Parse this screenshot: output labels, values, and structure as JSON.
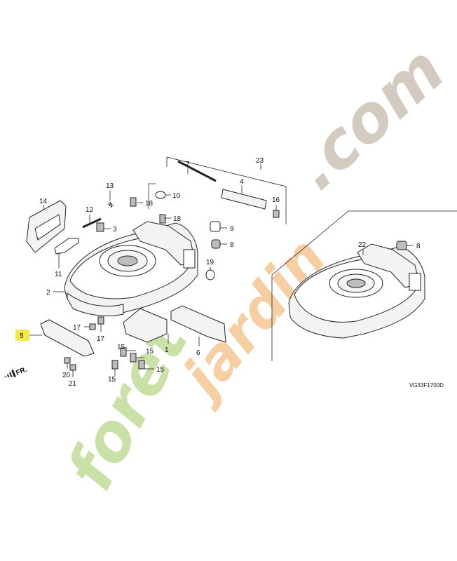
{
  "diagram_code": "VG33F1700D",
  "direction_marker": "FR.",
  "watermark": {
    "text_part_1": "foret",
    "text_part_2": "jardin",
    "text_part_3": ".com",
    "colors": {
      "green": "#c9e0a6",
      "orange": "#f5cfa2",
      "grey": "#d3cbbf"
    }
  },
  "highlight_color": "#f2ea4a",
  "callouts": [
    {
      "id": "c1",
      "label": "1"
    },
    {
      "id": "c2",
      "label": "2"
    },
    {
      "id": "c3",
      "label": "3"
    },
    {
      "id": "c4",
      "label": "4"
    },
    {
      "id": "c5",
      "label": "5",
      "highlighted": true
    },
    {
      "id": "c6",
      "label": "6"
    },
    {
      "id": "c7",
      "label": "7"
    },
    {
      "id": "c8a",
      "label": "8"
    },
    {
      "id": "c8b",
      "label": "8"
    },
    {
      "id": "c9",
      "label": "9"
    },
    {
      "id": "c10",
      "label": "10"
    },
    {
      "id": "c11",
      "label": "11"
    },
    {
      "id": "c12",
      "label": "12"
    },
    {
      "id": "c13",
      "label": "13"
    },
    {
      "id": "c14",
      "label": "14"
    },
    {
      "id": "c15a",
      "label": "15"
    },
    {
      "id": "c15b",
      "label": "15"
    },
    {
      "id": "c15c",
      "label": "15"
    },
    {
      "id": "c15d",
      "label": "15"
    },
    {
      "id": "c16",
      "label": "16"
    },
    {
      "id": "c17a",
      "label": "17"
    },
    {
      "id": "c17b",
      "label": "17"
    },
    {
      "id": "c18a",
      "label": "18"
    },
    {
      "id": "c18b",
      "label": "18"
    },
    {
      "id": "c19",
      "label": "19"
    },
    {
      "id": "c20",
      "label": "20"
    },
    {
      "id": "c21",
      "label": "21"
    },
    {
      "id": "c22",
      "label": "22"
    },
    {
      "id": "c23",
      "label": "23"
    }
  ]
}
